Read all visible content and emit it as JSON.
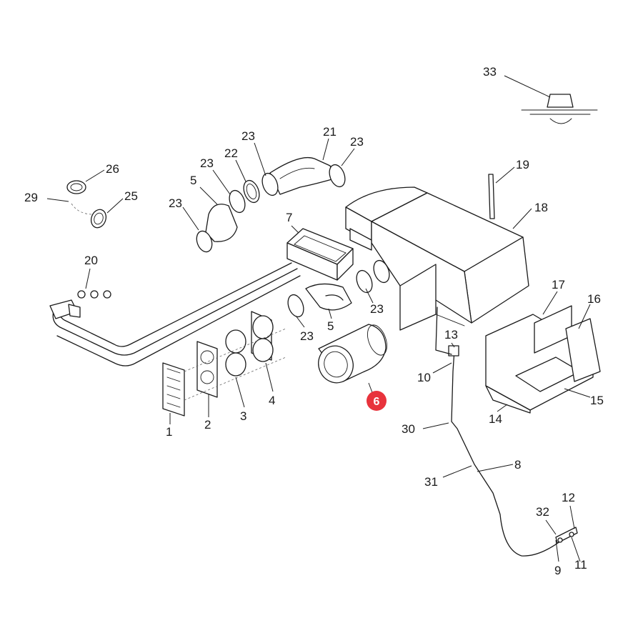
{
  "highlight": {
    "label": "6",
    "color": "#e8333c"
  },
  "callouts": [
    {
      "id": "c1",
      "label": "1"
    },
    {
      "id": "c2",
      "label": "2"
    },
    {
      "id": "c3",
      "label": "3"
    },
    {
      "id": "c4",
      "label": "4"
    },
    {
      "id": "c5a",
      "label": "5"
    },
    {
      "id": "c5b",
      "label": "5"
    },
    {
      "id": "c7",
      "label": "7"
    },
    {
      "id": "c8",
      "label": "8"
    },
    {
      "id": "c9",
      "label": "9"
    },
    {
      "id": "c10",
      "label": "10"
    },
    {
      "id": "c11",
      "label": "11"
    },
    {
      "id": "c12",
      "label": "12"
    },
    {
      "id": "c13",
      "label": "13"
    },
    {
      "id": "c14",
      "label": "14"
    },
    {
      "id": "c15",
      "label": "15"
    },
    {
      "id": "c16",
      "label": "16"
    },
    {
      "id": "c17",
      "label": "17"
    },
    {
      "id": "c18",
      "label": "18"
    },
    {
      "id": "c19",
      "label": "19"
    },
    {
      "id": "c20",
      "label": "20"
    },
    {
      "id": "c21",
      "label": "21"
    },
    {
      "id": "c22",
      "label": "22"
    },
    {
      "id": "c23a",
      "label": "23"
    },
    {
      "id": "c23b",
      "label": "23"
    },
    {
      "id": "c23c",
      "label": "23"
    },
    {
      "id": "c23d",
      "label": "23"
    },
    {
      "id": "c23e",
      "label": "23"
    },
    {
      "id": "c23f",
      "label": "23"
    },
    {
      "id": "c25",
      "label": "25"
    },
    {
      "id": "c26",
      "label": "26"
    },
    {
      "id": "c29",
      "label": "29"
    },
    {
      "id": "c30",
      "label": "30"
    },
    {
      "id": "c31",
      "label": "31"
    },
    {
      "id": "c32",
      "label": "32"
    },
    {
      "id": "c33",
      "label": "33"
    }
  ]
}
